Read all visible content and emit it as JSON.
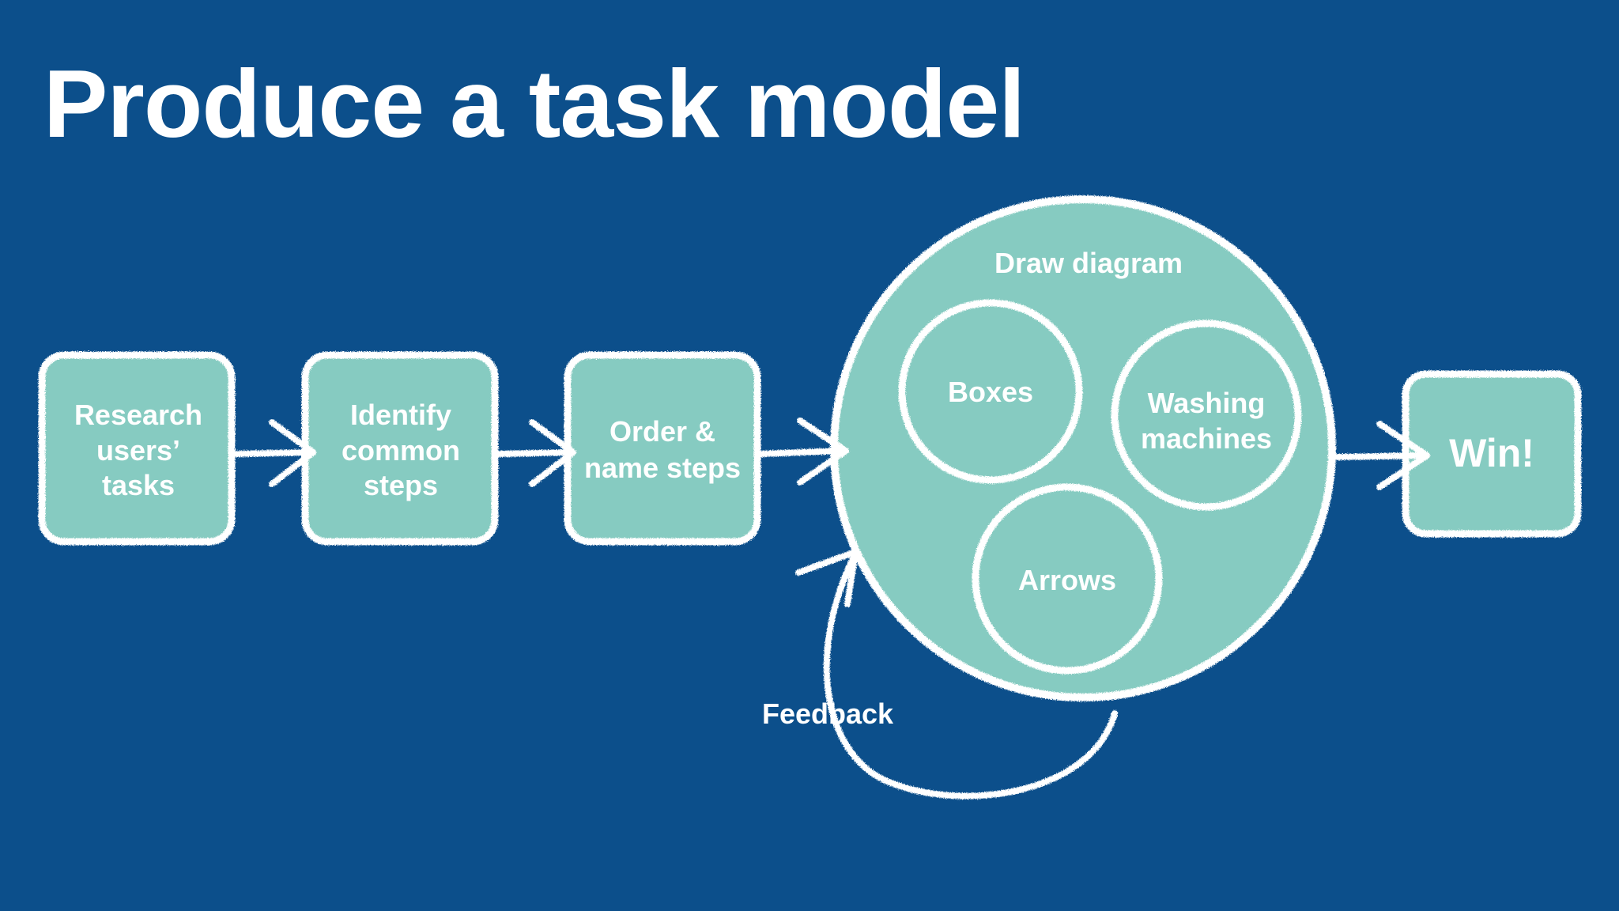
{
  "slide": {
    "title": "Produce a task model"
  },
  "colors": {
    "background": "#0c4f8b",
    "shape_fill": "#86cbc1",
    "chalk": "#ffffff",
    "text": "#ffffff"
  },
  "diagram": {
    "steps": [
      {
        "line1": "Research",
        "line2": "users’",
        "line3": "tasks"
      },
      {
        "line1": "Identify",
        "line2": "common",
        "line3": "steps"
      },
      {
        "line1": "Order &",
        "line2": "name steps"
      }
    ],
    "group": {
      "label": "Draw diagram",
      "items": [
        {
          "line1": "Boxes"
        },
        {
          "line1": "Washing",
          "line2": "machines"
        },
        {
          "line1": "Arrows"
        }
      ]
    },
    "outcome": {
      "label": "Win!"
    },
    "feedback": {
      "label": "Feedback"
    }
  }
}
